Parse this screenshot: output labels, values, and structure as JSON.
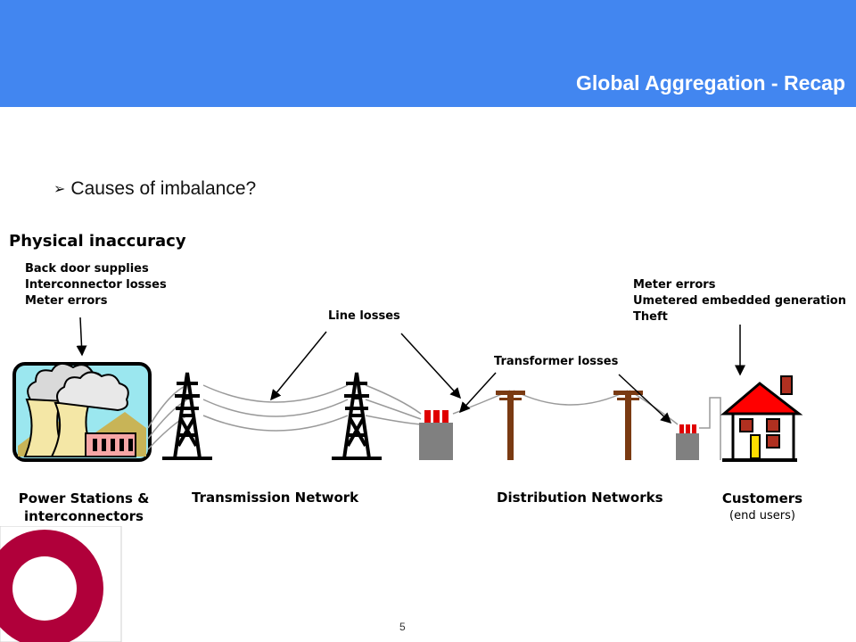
{
  "header": {
    "title": "Global Aggregation - Recap"
  },
  "bullet": {
    "arrow": "➢",
    "text": "Causes of imbalance?"
  },
  "diagram": {
    "heading": "Physical inaccuracy",
    "power_causes": [
      "Back door supplies",
      "Interconnector losses",
      "Meter errors"
    ],
    "customer_causes": [
      "Meter errors",
      "Umetered embedded generation",
      "Theft"
    ],
    "line_losses": "Line losses",
    "transformer_losses": "Transformer losses",
    "captions": {
      "power_line1": "Power Stations &",
      "power_line2": "interconnectors",
      "transmission": "Transmission Network",
      "distribution": "Distribution Networks",
      "customers": "Customers",
      "customers_sub": "(end users)"
    }
  },
  "footer": {
    "page_number": "5"
  },
  "colors": {
    "header": "#4286f0",
    "logo": "#b0003a",
    "roof": "#ff0000",
    "insulator": "#e00000"
  }
}
